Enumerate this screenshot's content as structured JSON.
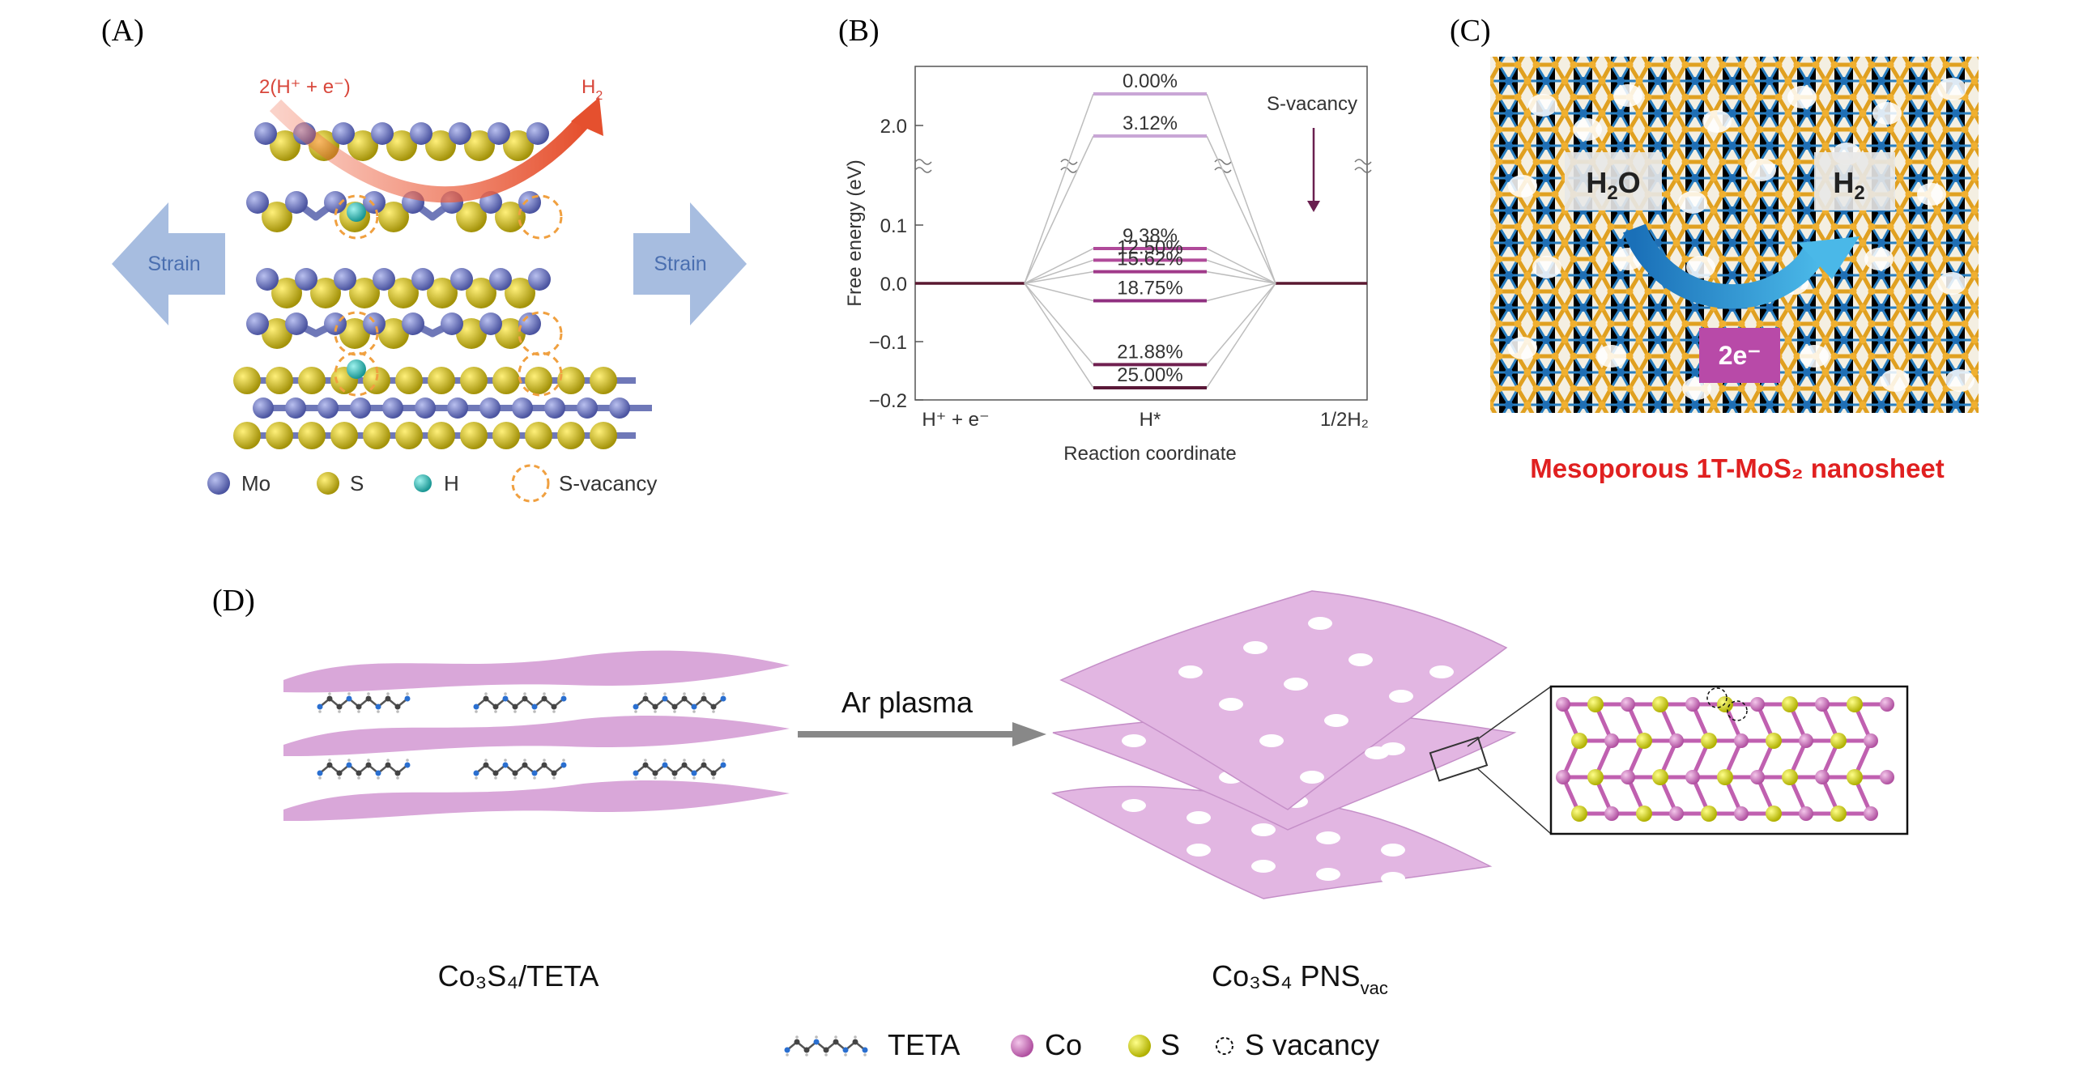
{
  "panel_labels": {
    "a": "(A)",
    "b": "(B)",
    "c": "(C)",
    "d": "(D)"
  },
  "panel_a": {
    "reaction_left": "2(H⁺ + e⁻)",
    "reaction_right_base": "H",
    "reaction_right_sub": "2",
    "strain_left": "Strain",
    "strain_right": "Strain",
    "legend": [
      {
        "label": "Mo",
        "color": "#6f78b8",
        "icon": "mo-atom-icon"
      },
      {
        "label": "S",
        "color": "#c9b81a",
        "icon": "s-atom-icon"
      },
      {
        "label": "H",
        "color": "#2bb3b1",
        "icon": "h-atom-icon"
      },
      {
        "label": "S-vacancy",
        "color": "#f0a040",
        "icon": "vacancy-circle-icon"
      }
    ]
  },
  "chart_data": {
    "type": "line",
    "ylabel": "Free energy (eV)",
    "xlabel": "Reaction coordinate",
    "x_categories": [
      "H⁺ + e⁻",
      "H*",
      "1/2H₂"
    ],
    "y_ticks": [
      "2.0",
      "0.1",
      "0.0",
      "−0.1",
      "−0.2"
    ],
    "y_break": true,
    "annotation": "S-vacancy",
    "series": [
      {
        "name": "0.00%",
        "values": [
          0,
          2.3,
          0
        ],
        "color": "#c9a6d6"
      },
      {
        "name": "3.12%",
        "values": [
          0,
          1.9,
          0
        ],
        "color": "#c9a6d6"
      },
      {
        "name": "9.38%",
        "values": [
          0,
          0.06,
          0
        ],
        "color": "#b04a9a"
      },
      {
        "name": "12.50%",
        "values": [
          0,
          0.04,
          0
        ],
        "color": "#b04a9a"
      },
      {
        "name": "15.62%",
        "values": [
          0,
          0.02,
          0
        ],
        "color": "#a03a8a"
      },
      {
        "name": "18.75%",
        "values": [
          0,
          -0.03,
          0
        ],
        "color": "#903080"
      },
      {
        "name": "21.88%",
        "values": [
          0,
          -0.14,
          0
        ],
        "color": "#702050"
      },
      {
        "name": "25.00%",
        "values": [
          0,
          -0.18,
          0
        ],
        "color": "#5a1838"
      }
    ]
  },
  "panel_c": {
    "reactant_base": "H",
    "reactant_sub": "2",
    "reactant_tail": "O",
    "product_base": "H",
    "product_sub": "2",
    "electrons": "2e⁻",
    "caption": "Mesoporous 1T-MoS₂ nanosheet",
    "caption_color": "#e02020"
  },
  "panel_d": {
    "process": "Ar plasma",
    "left_caption": "Co₃S₄/TETA",
    "right_caption_main": "Co₃S₄ PNS",
    "right_caption_sub": "vac",
    "legend": [
      {
        "label": "TETA",
        "icon": "teta-molecule-icon"
      },
      {
        "label": "Co",
        "color": "#d070c0",
        "icon": "co-atom-icon"
      },
      {
        "label": "S",
        "color": "#d8d820",
        "icon": "s-atom-icon"
      },
      {
        "label": "S vacancy",
        "icon": "dashed-circle-icon"
      }
    ]
  }
}
